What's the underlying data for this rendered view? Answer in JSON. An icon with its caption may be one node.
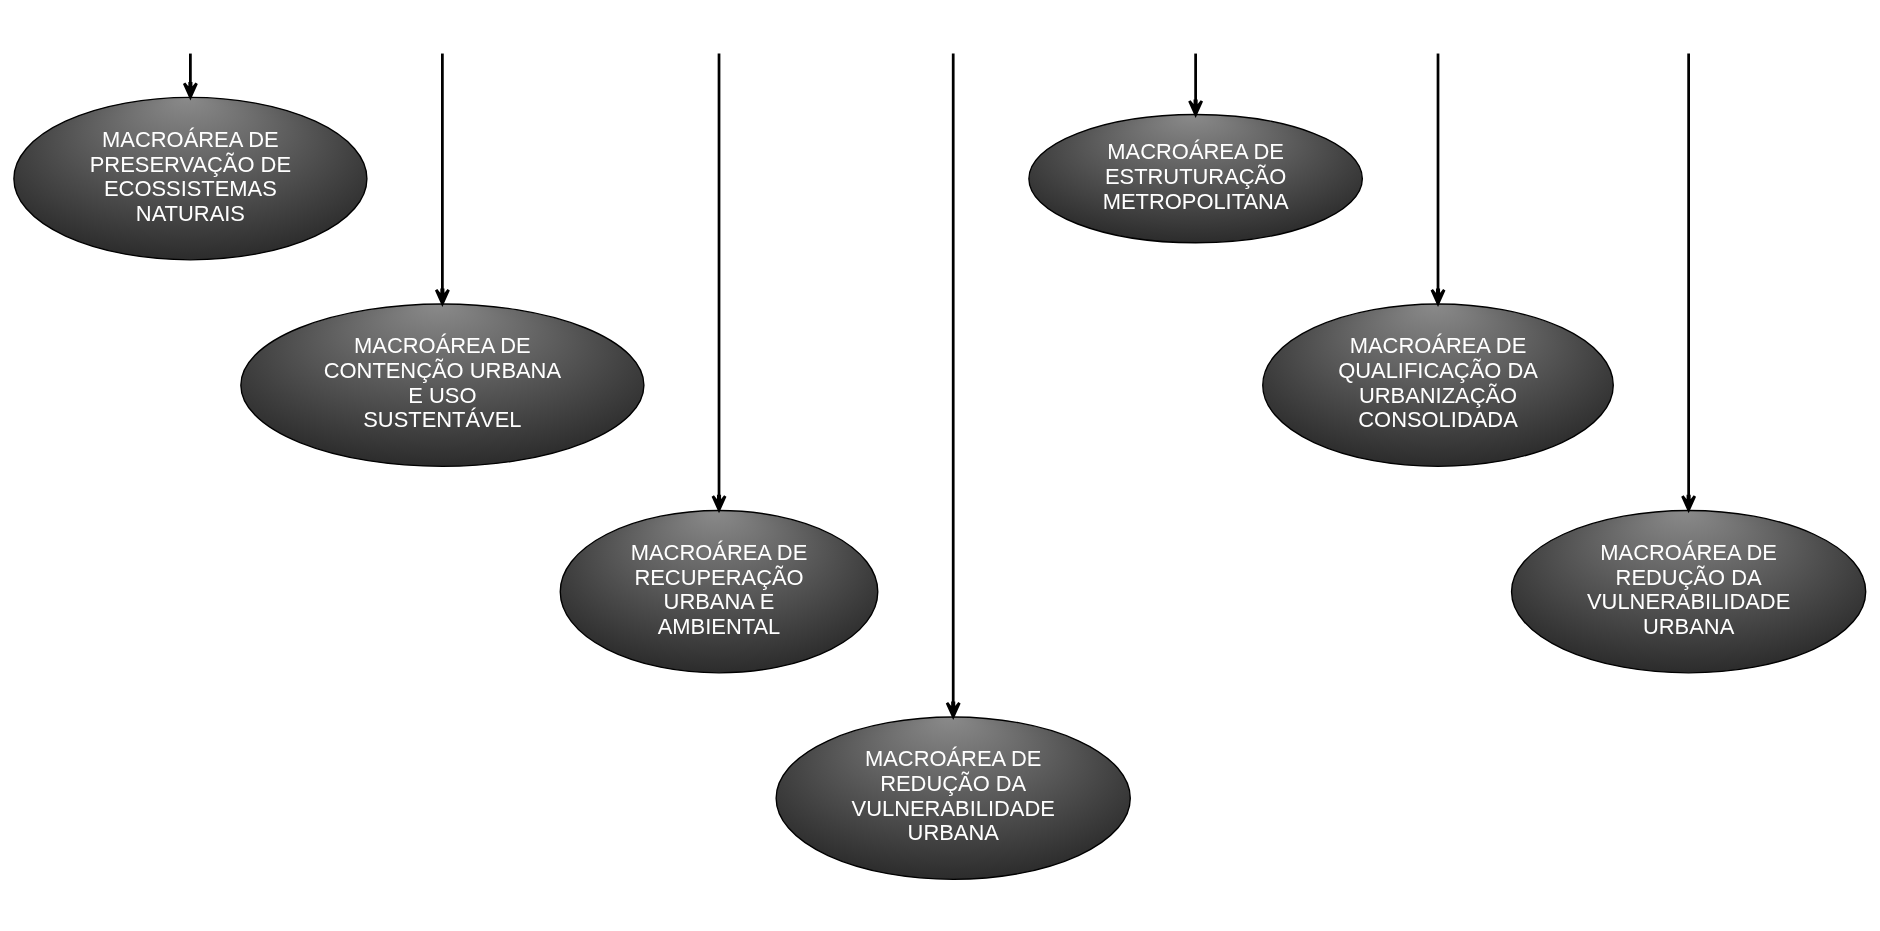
{
  "diagram": {
    "nodes": [
      {
        "text": [
          "MACROÁREA DE PRESERVAÇÃO DE ECOSSISTEMAS NATURAIS"
        ]
      },
      {
        "text": [
          "MACROÁREA DE CONTENÇÃO URBANA E USO SUSTENTÁVEL"
        ]
      },
      {
        "text": [
          "MACROÁREA DE RECUPERAÇÃO URBANA E AMBIENTAL"
        ]
      },
      {
        "text": [
          "MACROÁREA DE REDUÇÃO DA VULNERABILIDADE URBANA"
        ]
      },
      {
        "text": [
          "MACROÁREA DE ESTRUTURAÇÃO METROPOLITANA"
        ]
      },
      {
        "text": [
          "MACROÁREA DE QUALIFICAÇÃO DA URBANIZAÇÃO CONSOLIDADA"
        ]
      },
      {
        "text": [
          "MACROÁREA DE REDUÇÃO DA VULNERABILIDADE URBANA"
        ]
      }
    ],
    "edges": [
      {
        "from": null,
        "to": 0,
        "arrow": "to"
      },
      {
        "from": null,
        "to": 2,
        "arrow": "to"
      },
      {
        "from": null,
        "to": 3,
        "arrow": "to"
      },
      {
        "from": null,
        "to": 1,
        "arrow": "to"
      },
      {
        "from": null,
        "to": 5,
        "arrow": "to"
      },
      {
        "from": null,
        "to": 6,
        "arrow": "to"
      },
      {
        "from": null,
        "to": 4,
        "arrow": "to"
      }
    ]
  }
}
